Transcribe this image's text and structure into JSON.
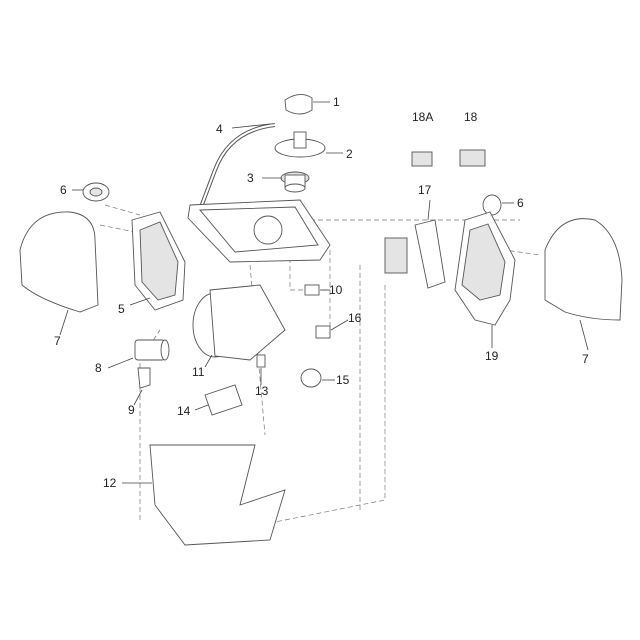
{
  "diagram": {
    "callouts": {
      "c1": "1",
      "c2": "2",
      "c3": "3",
      "c4": "4",
      "c5": "5",
      "c6_left": "6",
      "c6_right": "6",
      "c7_left": "7",
      "c7_right": "7",
      "c8": "8",
      "c9": "9",
      "c10": "10",
      "c11": "11",
      "c12": "12",
      "c13": "13",
      "c14": "14",
      "c15": "15",
      "c16": "16",
      "c17": "17",
      "c18": "18",
      "c18a": "18A",
      "c19": "19"
    }
  }
}
